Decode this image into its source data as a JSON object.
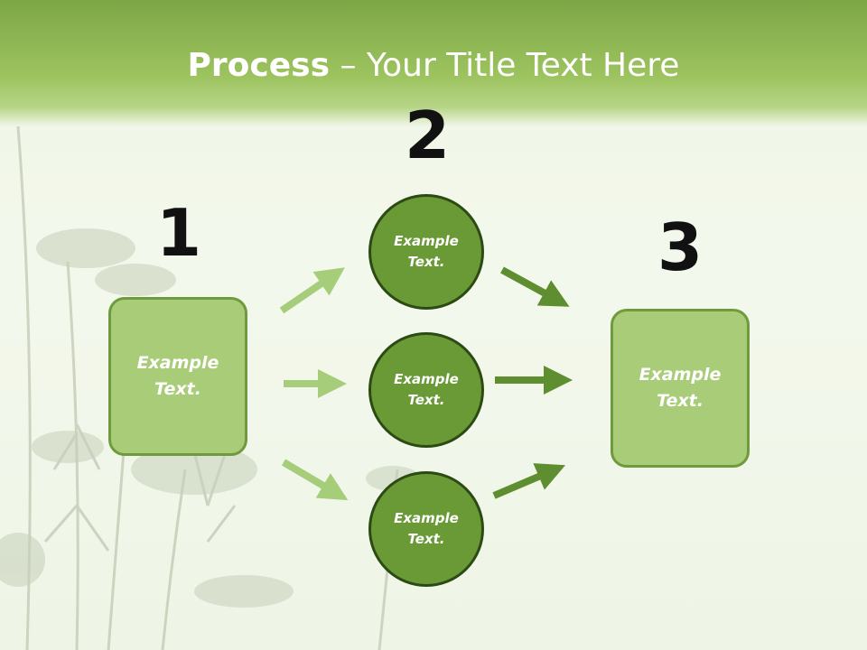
{
  "slide": {
    "title_bold": "Process",
    "title_rest": " – Your Title Text Here",
    "steps": [
      "1",
      "2",
      "3"
    ],
    "input_box": "Example\nText.",
    "circles": [
      "Example\nText.",
      "Example\nText.",
      "Example\nText."
    ],
    "output_box": "Example\nText.",
    "colors": {
      "header_green": "#8db653",
      "box_fill": "#a9cc78",
      "circle_fill": "#6a9a36",
      "light_arrow": "#a6cd7a",
      "dark_arrow": "#5e8e2f"
    }
  }
}
